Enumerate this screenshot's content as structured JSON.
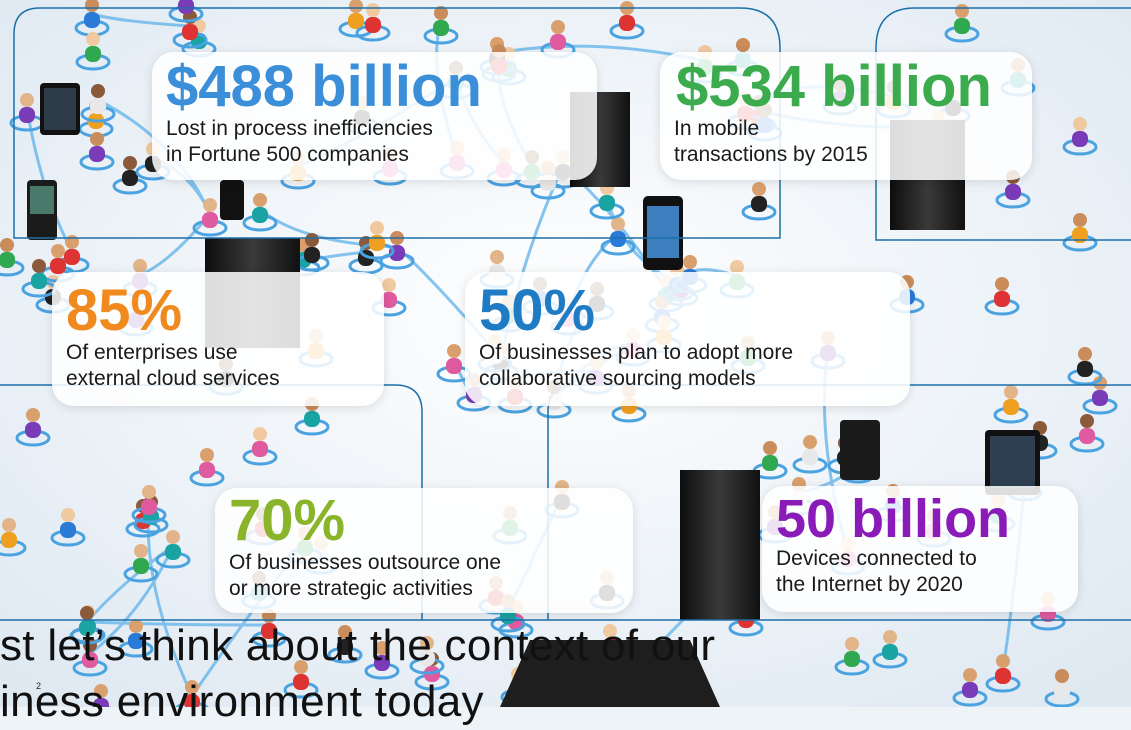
{
  "stats": [
    {
      "value": "$488 billion",
      "desc_line1": "Lost in process inefficiencies",
      "desc_line2": "in Fortune 500 companies",
      "color": "#3a8fd8"
    },
    {
      "value": "$534 billion",
      "desc_line1": "In mobile",
      "desc_line2": "transactions by 2015",
      "color": "#3bab4e"
    },
    {
      "value": "85%",
      "desc_line1": "Of enterprises use",
      "desc_line2": "external cloud services",
      "color": "#f08a1e"
    },
    {
      "value": "50%",
      "desc_line1": "Of businesses plan to adopt more",
      "desc_line2": "collaborative sourcing models",
      "color": "#1e7bc4"
    },
    {
      "value": "70%",
      "desc_line1": "Of businesses outsource one",
      "desc_line2": "or more strategic activities",
      "color": "#8ab42a"
    },
    {
      "value": "50 billion",
      "desc_line1": "Devices connected to",
      "desc_line2": "the Internet by 2020",
      "color": "#8a1bb8"
    }
  ],
  "caption": {
    "line1": "st let’s think about the context of our",
    "line2": "iness environment today"
  },
  "page_number": "2",
  "colors": {
    "network_line": "#4aa3e0",
    "frame_line": "#1d6fa8"
  }
}
